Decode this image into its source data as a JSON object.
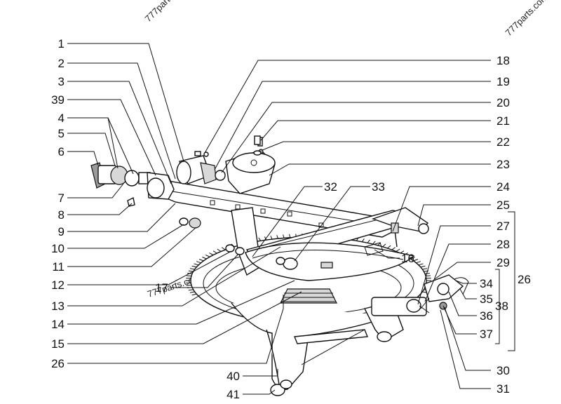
{
  "watermarks": [
    "777parts.com",
    "777parts.com",
    "777parts.com"
  ],
  "callouts": [
    {
      "id": "1",
      "text": "1"
    },
    {
      "id": "2",
      "text": "2"
    },
    {
      "id": "3",
      "text": "3"
    },
    {
      "id": "39",
      "text": "39"
    },
    {
      "id": "4",
      "text": "4"
    },
    {
      "id": "5",
      "text": "5"
    },
    {
      "id": "6",
      "text": "6"
    },
    {
      "id": "7",
      "text": "7"
    },
    {
      "id": "8",
      "text": "8"
    },
    {
      "id": "9",
      "text": "9"
    },
    {
      "id": "10",
      "text": "10"
    },
    {
      "id": "11",
      "text": "11"
    },
    {
      "id": "12",
      "text": "12"
    },
    {
      "id": "17",
      "text": "17"
    },
    {
      "id": "13",
      "text": "13"
    },
    {
      "id": "14",
      "text": "14"
    },
    {
      "id": "15",
      "text": "15"
    },
    {
      "id": "26a",
      "text": "26"
    },
    {
      "id": "40",
      "text": "40"
    },
    {
      "id": "41",
      "text": "41"
    },
    {
      "id": "32",
      "text": "32"
    },
    {
      "id": "33",
      "text": "33"
    },
    {
      "id": "16",
      "text": "16"
    },
    {
      "id": "18",
      "text": "18"
    },
    {
      "id": "19",
      "text": "19"
    },
    {
      "id": "20",
      "text": "20"
    },
    {
      "id": "21",
      "text": "21"
    },
    {
      "id": "22",
      "text": "22"
    },
    {
      "id": "23",
      "text": "23"
    },
    {
      "id": "24",
      "text": "24"
    },
    {
      "id": "25",
      "text": "25"
    },
    {
      "id": "27",
      "text": "27"
    },
    {
      "id": "28",
      "text": "28"
    },
    {
      "id": "29",
      "text": "29"
    },
    {
      "id": "34",
      "text": "34"
    },
    {
      "id": "35",
      "text": "35"
    },
    {
      "id": "36",
      "text": "36"
    },
    {
      "id": "37",
      "text": "37"
    },
    {
      "id": "38",
      "text": "38"
    },
    {
      "id": "26b",
      "text": "26"
    },
    {
      "id": "30",
      "text": "30"
    },
    {
      "id": "31",
      "text": "31"
    }
  ]
}
